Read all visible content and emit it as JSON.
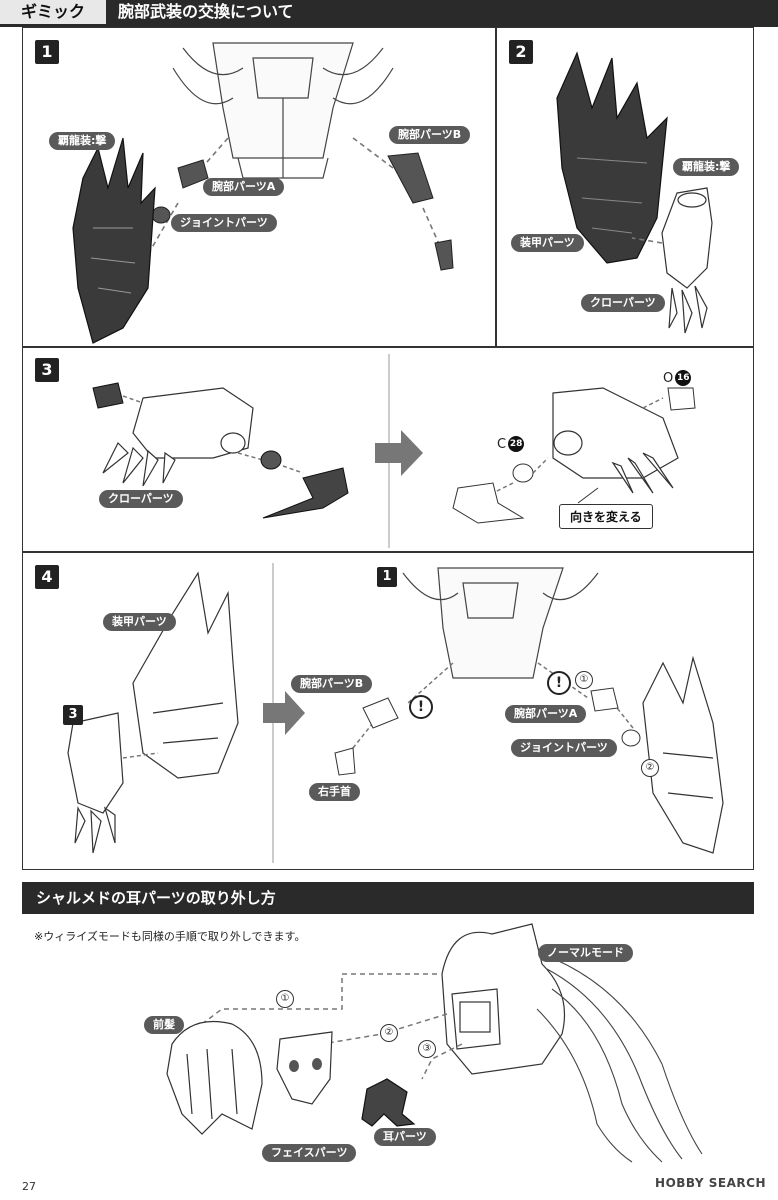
{
  "header": {
    "tab": "ギミック",
    "title": "腕部武装の交換について"
  },
  "steps": {
    "s1": "1",
    "s2": "2",
    "s3": "3",
    "s4": "4"
  },
  "step1": {
    "haoryu": "覇龍装:撃",
    "arm_a": "腕部パーツA",
    "arm_b": "腕部パーツB",
    "joint": "ジョイントパーツ"
  },
  "step2": {
    "haoryu": "覇龍装:撃",
    "armor": "装甲パーツ",
    "claw": "クローパーツ"
  },
  "step3": {
    "claw": "クローパーツ",
    "circle16_letter": "O",
    "circle16_num": "16",
    "circle28_letter": "C",
    "circle28_num": "28",
    "orientation": "向きを変える"
  },
  "step4": {
    "armor": "装甲パーツ",
    "ref3": "3",
    "ref1": "1",
    "arm_b": "腕部パーツB",
    "arm_a": "腕部パーツA",
    "joint": "ジョイントパーツ",
    "right_hand": "右手首",
    "warn": "!",
    "circ1": "①",
    "circ2": "②"
  },
  "ear_section": {
    "title": "シャルメドの耳パーツの取り外し方",
    "note": "※ウィライズモードも同様の手順で取り外しできます。",
    "normal_mode": "ノーマルモード",
    "bangs": "前髪",
    "face": "フェイスパーツ",
    "ear": "耳パーツ",
    "c1": "①",
    "c2": "②",
    "c3": "③"
  },
  "footer": {
    "page": "27",
    "watermark": "HOBBY SEARCH"
  }
}
